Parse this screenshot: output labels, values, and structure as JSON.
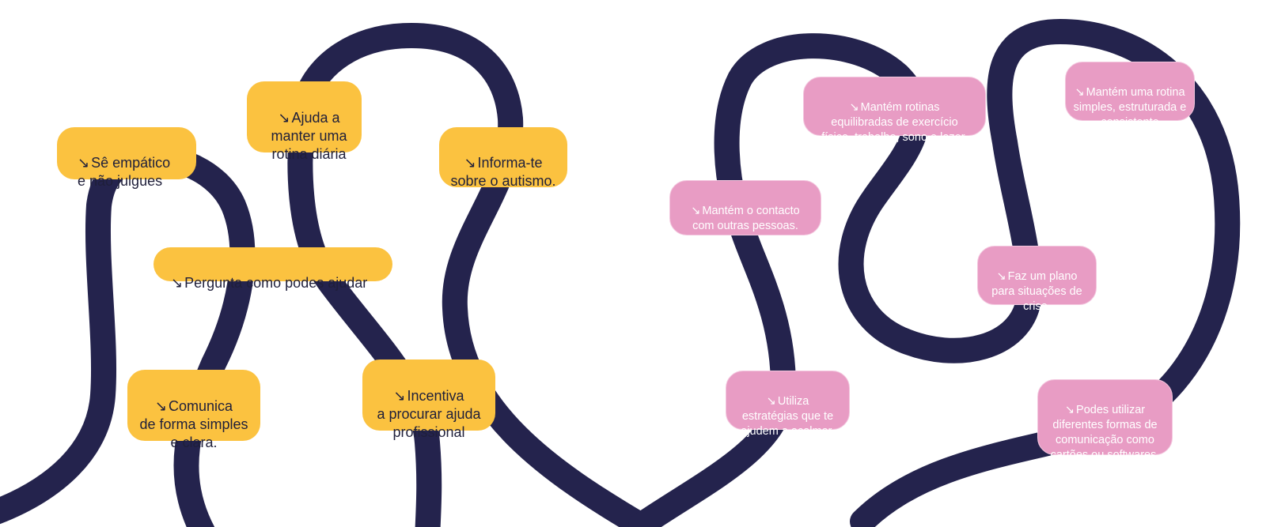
{
  "colors": {
    "path": "#24234d",
    "yellow": "#fbc240",
    "pink": "#e89cc4"
  },
  "arrow": "↘",
  "left_group": {
    "b1": "Sê empático\ne não julgues",
    "b2": "Ajuda a\nmanter uma\nrotina diária",
    "b3": "Informa-te\nsobre o autismo.",
    "b4": "Pergunta como podes ajudar",
    "b5": "Comunica\nde forma simples\ne clara.",
    "b6": "Incentiva\na procurar ajuda\nprofissional"
  },
  "right_group": {
    "b1": "Mantém rotinas\nequilibradas de exercício\nfísico, trabalho, sono e lazer.",
    "b2": "Mantém uma rotina\nsimples, estruturada e\nconsistente",
    "b3": "Mantém o contacto\ncom outras pessoas.",
    "b4": "Faz um plano\npara situações de\ncrise.",
    "b5": "Utiliza\nestratégias que te\najudem a acalmar.",
    "b6": "Podes utilizar\ndiferentes formas de\ncomunicação como\ncartões ou softwares."
  }
}
